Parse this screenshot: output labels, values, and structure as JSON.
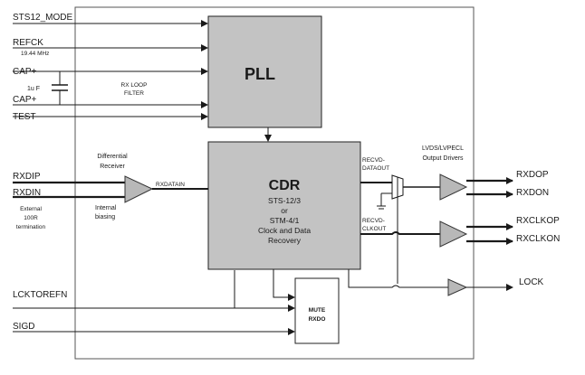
{
  "blocks": {
    "pll": {
      "title": "PLL"
    },
    "cdr": {
      "title": "CDR",
      "lines": [
        "STS-12/3",
        "or",
        "STM-4/1",
        "Clock and Data",
        "Recovery"
      ]
    },
    "mute": {
      "lines": [
        "MUTE",
        "RXDO"
      ]
    }
  },
  "pins": {
    "sts12_mode": "STS12_MODE",
    "refck": "REFCK",
    "refck_freq": "19.44  MHz",
    "cap_top": "CAP+",
    "cap_bottom": "CAP+",
    "cap_value": "1u F",
    "test": "TEST",
    "rxdip": "RXDIP",
    "rxdin": "RXDIN",
    "lcktorefn": "LCKTOREFN",
    "sigd": "SIGD",
    "rxdop": "RXDOP",
    "rxdon": "RXDON",
    "rxclkop": "RXCLKOP",
    "rxclkon": "RXCLKON",
    "lock": "LOCK"
  },
  "labels": {
    "rx_loop_filter": [
      "RX LOOP",
      "FILTER"
    ],
    "diff_receiver": [
      "Differential",
      "Receiver"
    ],
    "internal_biasing": [
      "Internal",
      "biasing"
    ],
    "external_term": [
      "External",
      "100R",
      "termination"
    ],
    "rxdatain": "RXDATAIN",
    "recvd_dataout": [
      "RECVD-",
      "DATAOUT"
    ],
    "recvd_clkout": [
      "RECVD-",
      "CLKOUT"
    ],
    "output_drivers": [
      "LVDS/LVPECL",
      "Output Drivers"
    ]
  },
  "colors": {
    "block_fill": "#c3c3c3",
    "line": "#1a1a1a",
    "buffer_fill": "#b8b8b8"
  }
}
